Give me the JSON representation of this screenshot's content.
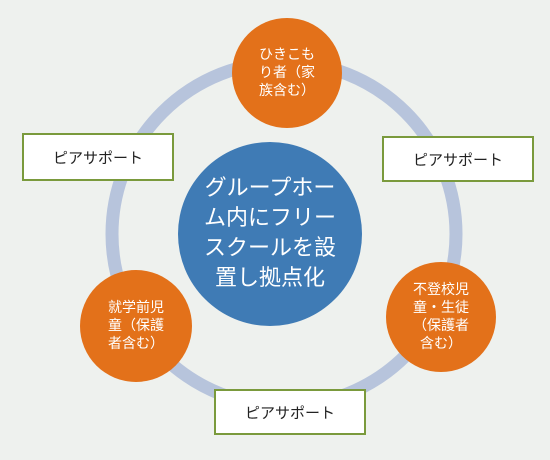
{
  "colors": {
    "center_fill": "#3f7bb5",
    "node_fill": "#e3711a",
    "ring": "#b7c4dc",
    "box_border": "#7a9a3c",
    "background": "#eef1ee"
  },
  "center": {
    "label": "グループホーム内にフリースクールを設置し拠点化"
  },
  "nodes": {
    "top": "ひきこも\nり者（家\n族含む）",
    "left": "就学前児\n童（保護\n者含む）",
    "right": "不登校児\n童・生徒\n（保護者\n含む）"
  },
  "boxes": {
    "left": "ピアサポート",
    "right": "ピアサポート",
    "bottom": "ピアサポート"
  }
}
